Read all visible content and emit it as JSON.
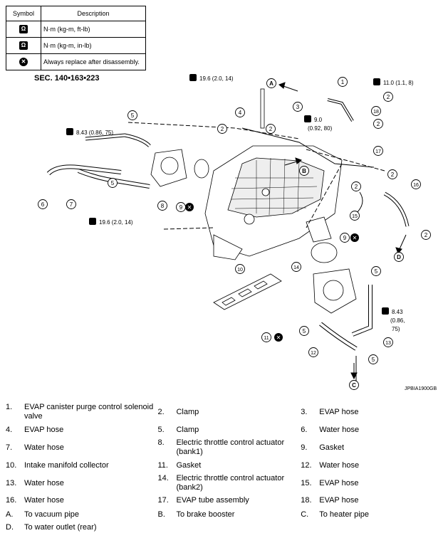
{
  "legend": {
    "header_symbol": "Symbol",
    "header_description": "Description",
    "rows": [
      {
        "icon": "torque-wrench-icon",
        "desc": "N·m (kg-m, ft-lb)"
      },
      {
        "icon": "torque-wrench-small-icon",
        "desc": "N·m (kg-m, in-lb)"
      },
      {
        "icon": "replace-x-icon",
        "desc": "Always replace after disassembly."
      }
    ]
  },
  "section": "SEC. 140•163•223",
  "figure_code": "JPBIA1900GB",
  "callouts": {
    "torque_19_6_top": "19.6 (2.0, 14)",
    "torque_11_0": "11.0 (1.1, 8)",
    "torque_9_0_a": "9.0",
    "torque_9_0_b": "(0.92, 80)",
    "torque_8_43_left": "8.43 (0.86, 75)",
    "torque_19_6_left": "19.6 (2.0, 14)",
    "torque_8_43_right_a": "8.43",
    "torque_8_43_right_b": "(0.86,",
    "torque_8_43_right_c": "75)",
    "nums": [
      "1",
      "2",
      "3",
      "4",
      "5",
      "6",
      "7",
      "8",
      "9",
      "10",
      "11",
      "12",
      "13",
      "14",
      "15",
      "16",
      "17",
      "18"
    ],
    "letters": [
      "A",
      "B",
      "C",
      "D"
    ]
  },
  "parts": [
    [
      {
        "n": "1.",
        "d": "EVAP canister purge control solenoid valve"
      },
      {
        "n": "2.",
        "d": "Clamp"
      },
      {
        "n": "3.",
        "d": "EVAP hose"
      }
    ],
    [
      {
        "n": "4.",
        "d": "EVAP hose"
      },
      {
        "n": "5.",
        "d": "Clamp"
      },
      {
        "n": "6.",
        "d": "Water hose"
      }
    ],
    [
      {
        "n": "7.",
        "d": "Water hose"
      },
      {
        "n": "8.",
        "d": "Electric throttle control actuator (bank1)"
      },
      {
        "n": "9.",
        "d": "Gasket"
      }
    ],
    [
      {
        "n": "10.",
        "d": "Intake manifold collector"
      },
      {
        "n": "11.",
        "d": "Gasket"
      },
      {
        "n": "12.",
        "d": "Water hose"
      }
    ],
    [
      {
        "n": "13.",
        "d": "Water hose"
      },
      {
        "n": "14.",
        "d": "Electric throttle control actuator (bank2)"
      },
      {
        "n": "15.",
        "d": "EVAP hose"
      }
    ],
    [
      {
        "n": "16.",
        "d": "Water hose"
      },
      {
        "n": "17.",
        "d": "EVAP tube assembly"
      },
      {
        "n": "18.",
        "d": "EVAP hose"
      }
    ],
    [
      {
        "n": "A.",
        "d": "To vacuum pipe"
      },
      {
        "n": "B.",
        "d": "To brake booster"
      },
      {
        "n": "C.",
        "d": "To heater pipe"
      }
    ],
    [
      {
        "n": "D.",
        "d": "To water outlet (rear)"
      },
      {
        "n": "",
        "d": ""
      },
      {
        "n": "",
        "d": ""
      }
    ]
  ]
}
